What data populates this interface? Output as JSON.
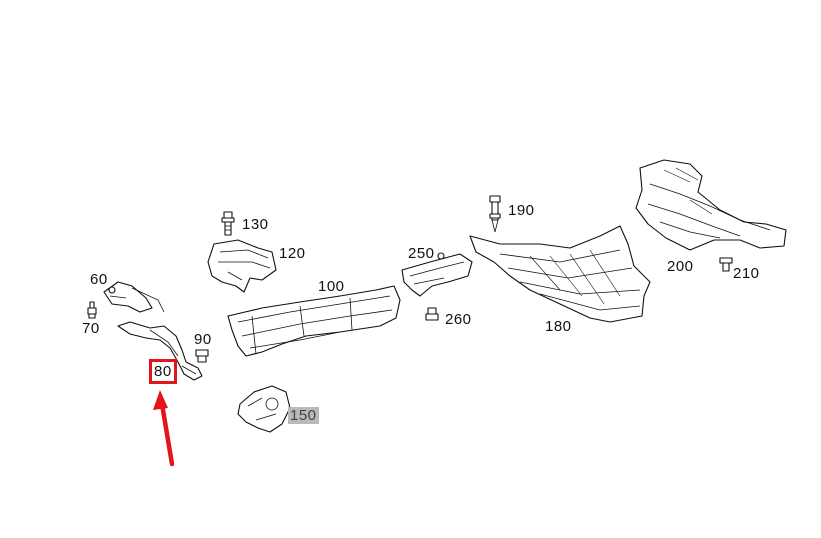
{
  "diagram": {
    "part_labels": {
      "p60": "60",
      "p70": "70",
      "p80": "80",
      "p90": "90",
      "p100": "100",
      "p120": "120",
      "p130": "130",
      "p150": "150",
      "p180": "180",
      "p190": "190",
      "p200": "200",
      "p210": "210",
      "p250": "250",
      "p260": "260"
    },
    "highlighted_part": "80",
    "shaded_part": "150",
    "colors": {
      "highlight": "#e4141b",
      "shade": "#b9b9b9",
      "line": "#111111"
    },
    "icons": [
      "arrow-pointer-icon"
    ]
  }
}
